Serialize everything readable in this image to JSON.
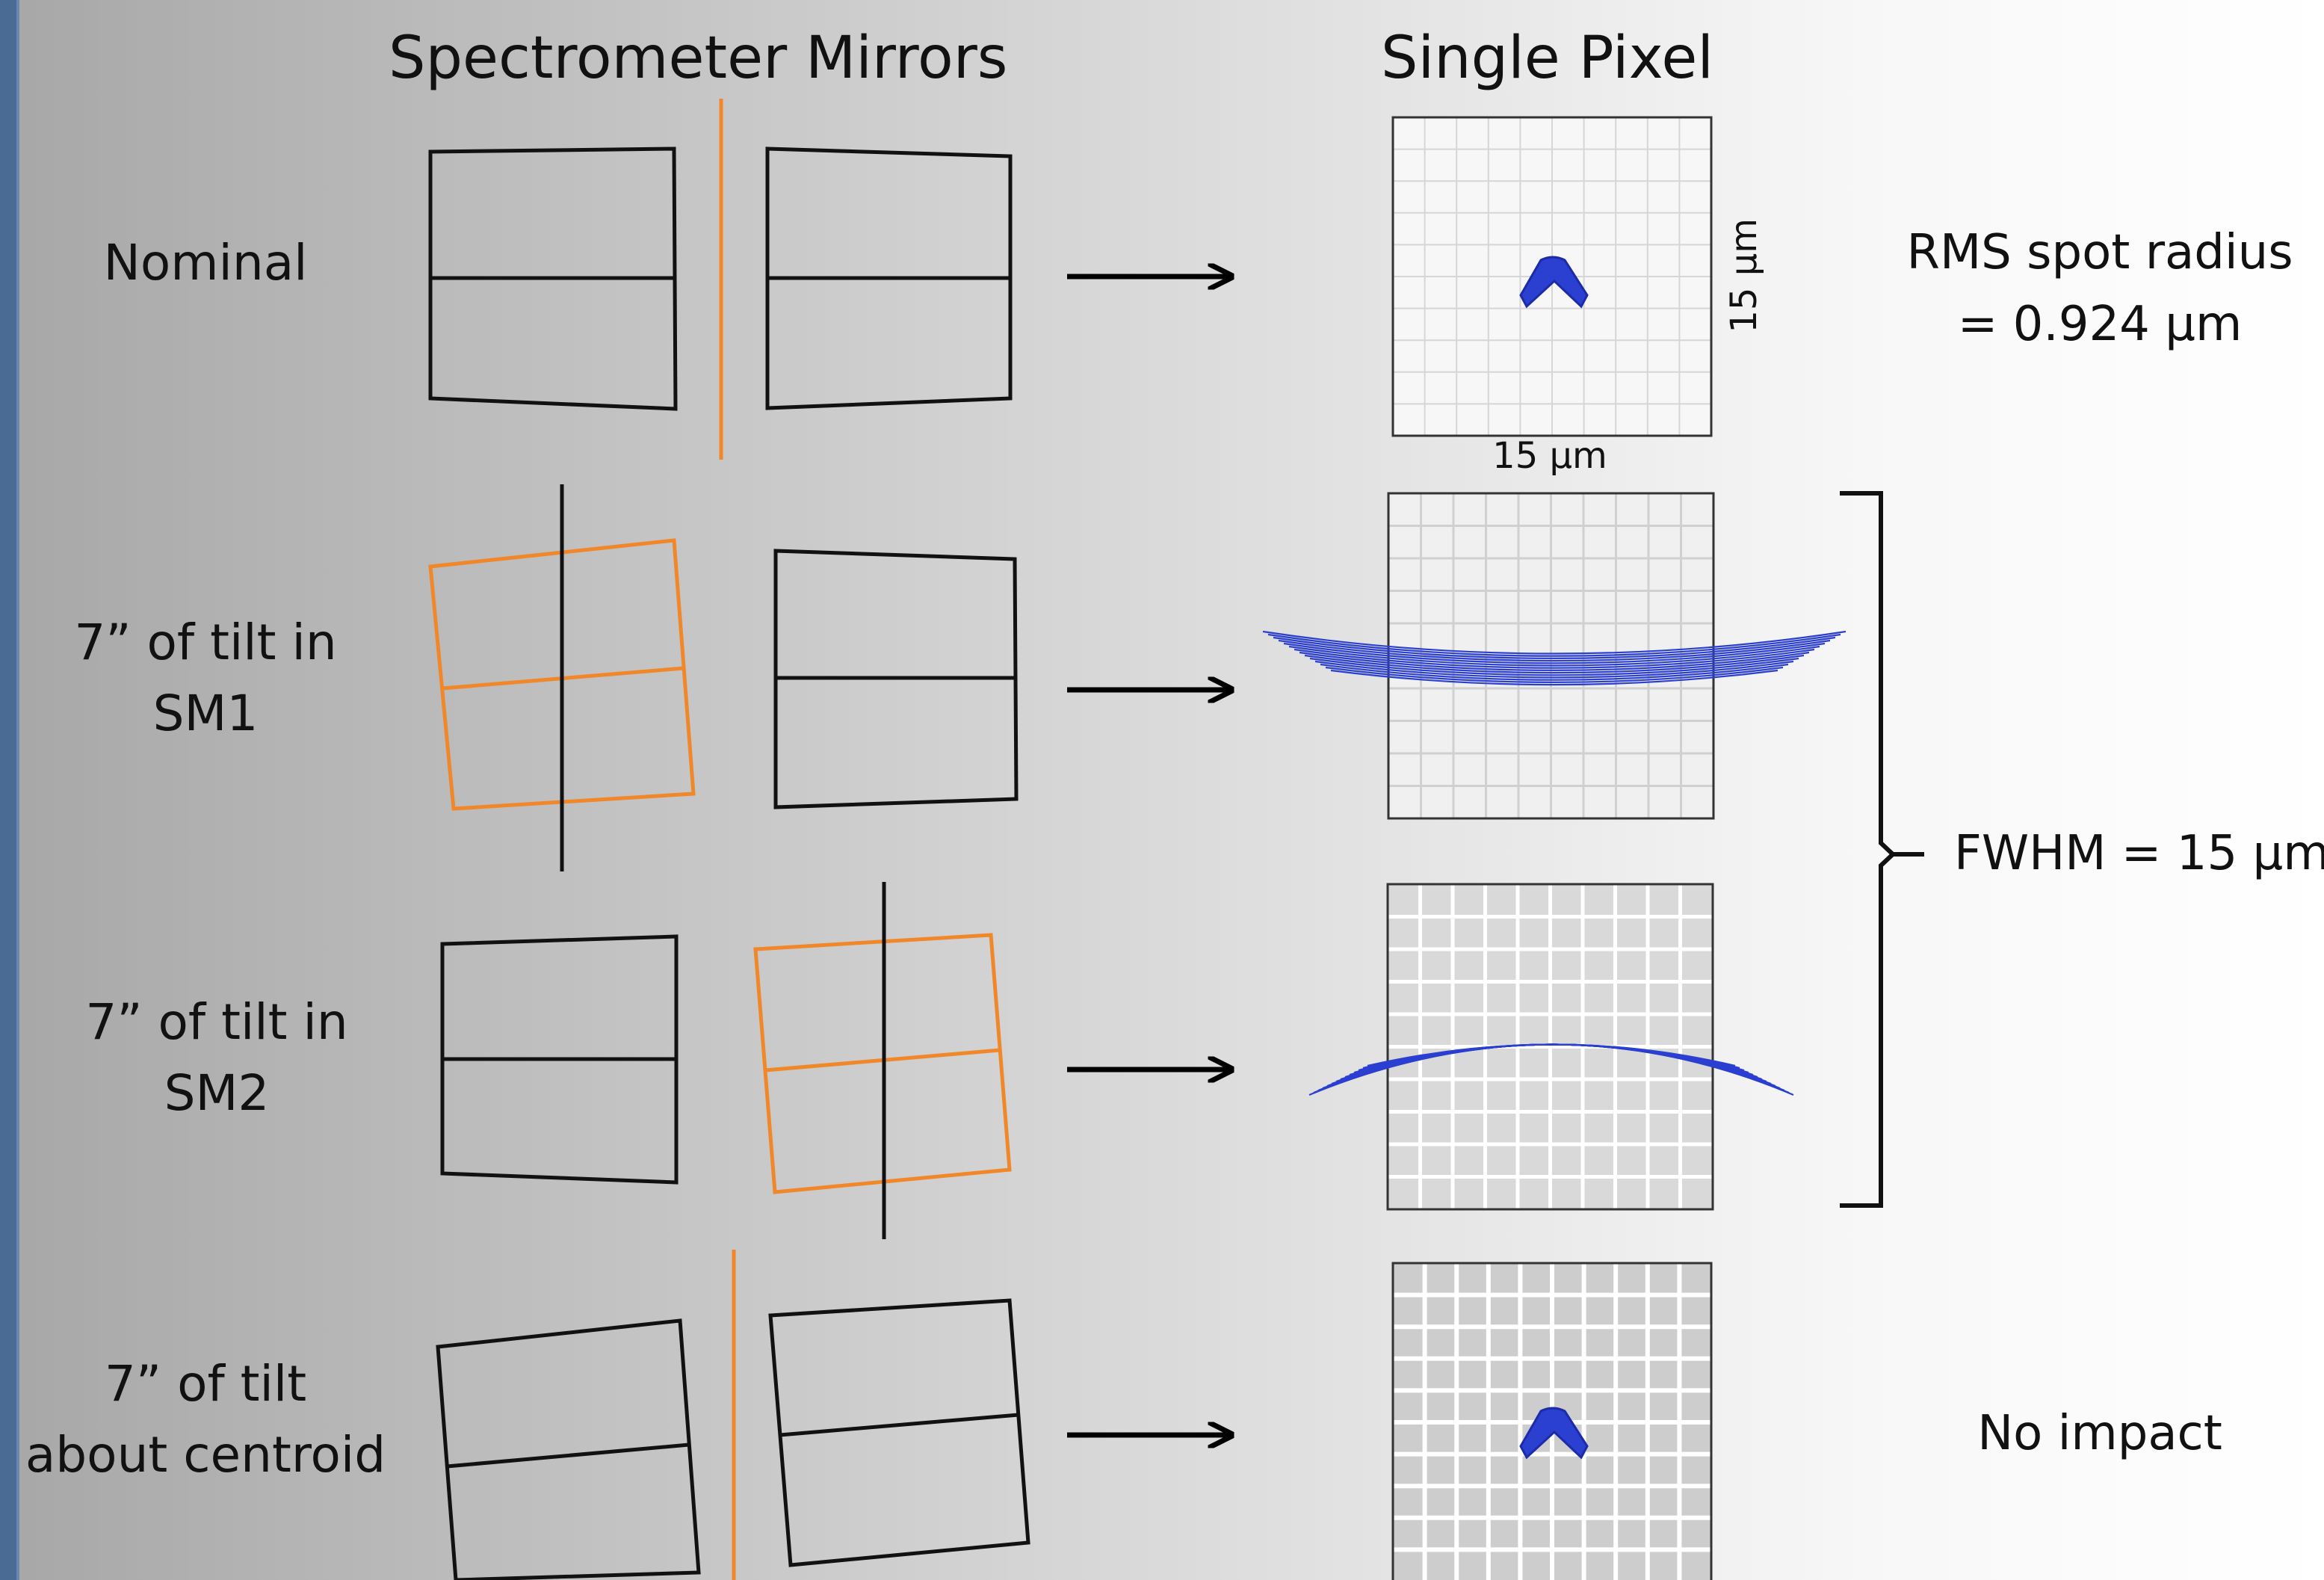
{
  "headings": {
    "mirrors": "Spectrometer Mirrors",
    "pixel": "Single Pixel"
  },
  "rows": [
    {
      "label_line1": "Nominal",
      "label_line2": ""
    },
    {
      "label_line1": "7” of tilt in",
      "label_line2": "SM1"
    },
    {
      "label_line1": "7” of tilt in",
      "label_line2": "SM2"
    },
    {
      "label_line1": "7” of tilt",
      "label_line2": "about centroid"
    }
  ],
  "pixel_axis": {
    "x_label": "15 µm",
    "y_label": "15 µm"
  },
  "results": {
    "nominal_line1": "RMS spot radius",
    "nominal_line2": "= 0.924 µm",
    "tilt_group": "FWHM = 15 µm",
    "centroid": "No impact"
  },
  "colors": {
    "tilted_mirror": "#f0882a",
    "fold_line": "#f0882a",
    "spot": "#2b3fd1",
    "arrow": "#000000",
    "frame_bar": "#4a6b94"
  }
}
